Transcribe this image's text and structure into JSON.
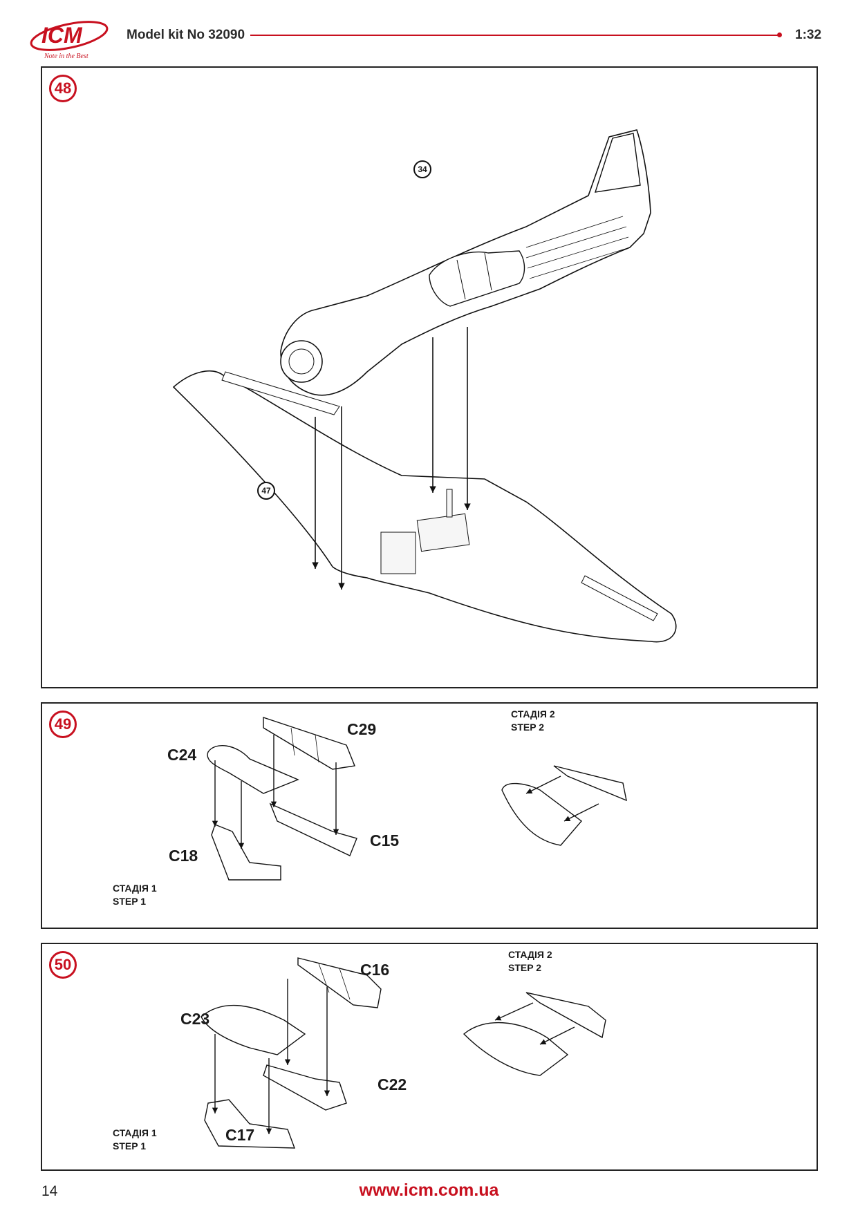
{
  "header": {
    "logo_text": "ICM",
    "logo_tagline": "Note in the Best",
    "title": "Model kit No 32090",
    "scale": "1:32",
    "accent_color": "#c8101f"
  },
  "steps": [
    {
      "number": "48",
      "refs": [
        "34",
        "47"
      ]
    },
    {
      "number": "49",
      "parts": [
        "C29",
        "C24",
        "C15",
        "C18"
      ],
      "stage1": [
        "СТАДІЯ 1",
        "STEP 1"
      ],
      "stage2": [
        "СТАДІЯ 2",
        "STEP 2"
      ]
    },
    {
      "number": "50",
      "parts": [
        "C16",
        "C23",
        "C22",
        "C17"
      ],
      "stage1": [
        "СТАДІЯ 1",
        "STEP 1"
      ],
      "stage2": [
        "СТАДІЯ 2",
        "STEP 2"
      ]
    }
  ],
  "footer": {
    "page_number": "14",
    "url": "www.icm.com.ua"
  }
}
